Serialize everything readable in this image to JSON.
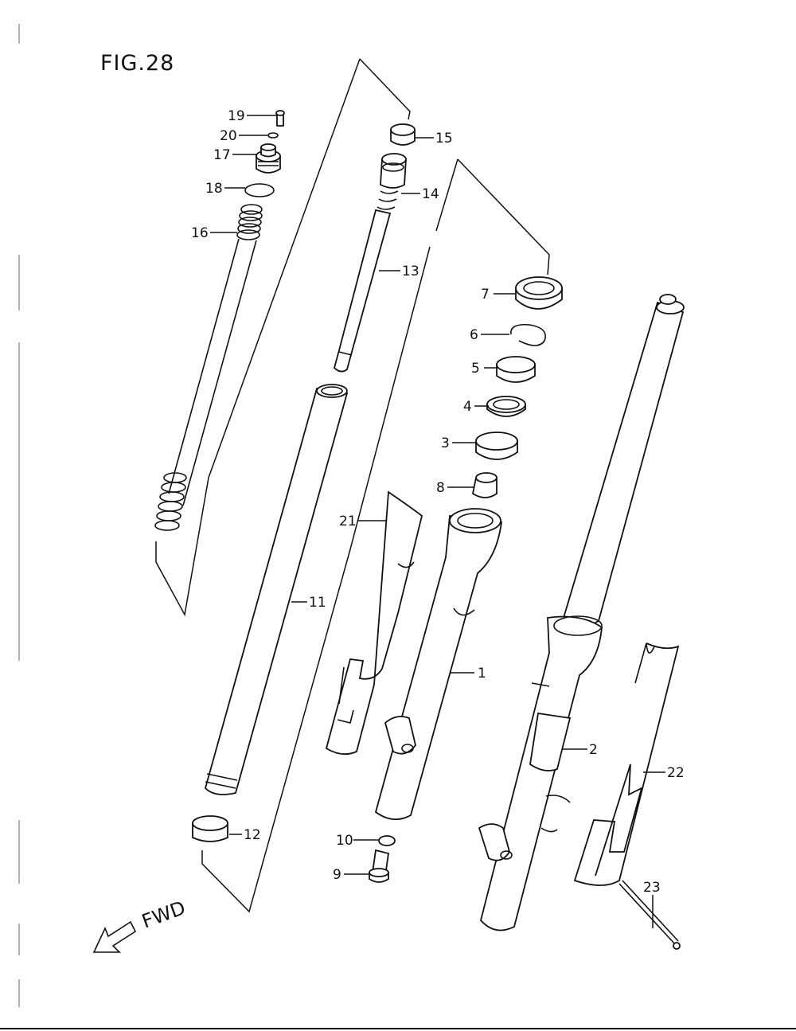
{
  "title": "FIG.28",
  "direction_label": "FWD",
  "callouts": {
    "c1": "1",
    "c2": "2",
    "c3": "3",
    "c4": "4",
    "c5": "5",
    "c6": "6",
    "c7": "7",
    "c8": "8",
    "c9": "9",
    "c10": "10",
    "c11": "11",
    "c12": "12",
    "c13": "13",
    "c14": "14",
    "c15": "15",
    "c16": "16",
    "c17": "17",
    "c18": "18",
    "c19": "19",
    "c20": "20",
    "c21": "21",
    "c22": "22",
    "c23": "23"
  }
}
